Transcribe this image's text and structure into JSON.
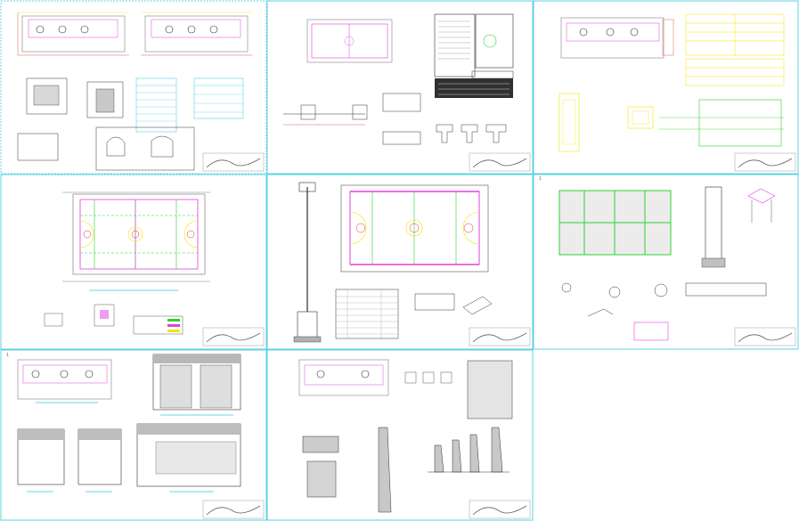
{
  "colors": {
    "sheet_border": "#5fd0e0",
    "white": "#ffffff",
    "magenta": "#e040e0",
    "yellow": "#f0e600",
    "green": "#30d030",
    "red": "#e03030",
    "cyan": "#30c8e0",
    "gray": "#808080",
    "dark": "#303030"
  },
  "sheet_marks": {
    "sheet_6": "1",
    "sheet_7": "1"
  },
  "sheet_names": [
    "sheet-toilets-detail",
    "sheet-court-plan-notes",
    "sheet-services-elevation",
    "sheet-court-layout",
    "sheet-lighting-court",
    "sheet-foundation-details",
    "sheet-elevations",
    "sheet-retaining-walls"
  ],
  "icons": {
    "title_block": "title-block-stamp",
    "lamp_post": "lamp-post-icon"
  }
}
